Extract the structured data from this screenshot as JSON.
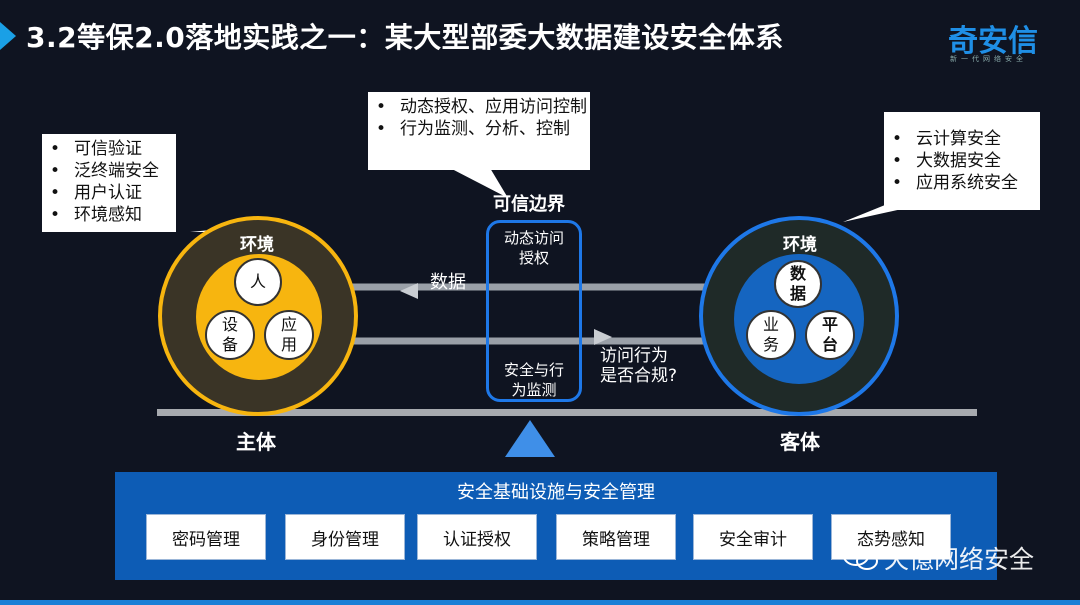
{
  "header": {
    "title": "3.2等保2.0落地实践之一：某大型部委大数据建设安全体系",
    "logo": "奇安信",
    "logo_tagline": "新一代网络安全"
  },
  "left_callout": {
    "items": [
      "可信验证",
      "泛终端安全",
      "用户认证",
      "环境感知"
    ]
  },
  "center_callout": {
    "items": [
      "动态授权、应用访问控制",
      "行为监测、分析、控制"
    ]
  },
  "right_callout": {
    "items": [
      "云计算安全",
      "大数据安全",
      "应用系统安全"
    ]
  },
  "subject": {
    "ring_label": "环境",
    "circles": [
      "人",
      "设\n备",
      "应\n用"
    ],
    "caption": "主体"
  },
  "object": {
    "ring_label": "环境",
    "circles": [
      "数\n据",
      "业\n务",
      "平\n台"
    ],
    "caption": "客体"
  },
  "boundary": {
    "title": "可信边界",
    "top_text": "动态访问\n授权",
    "bottom_text": "安全与行\n为监测"
  },
  "flow": {
    "data_label": "数据",
    "access_label": "访问行为\n是否合规?"
  },
  "infrastructure": {
    "title": "安全基础设施与安全管理",
    "items": [
      "密码管理",
      "身份管理",
      "认证授权",
      "策略管理",
      "安全审计",
      "态势感知"
    ]
  },
  "watermark": "天億网络安全",
  "colors": {
    "accent_blue": "#1e78e8",
    "subject_gold": "#f7b50f",
    "object_blue": "#1565c0",
    "infra_blue": "#0d5cb5"
  }
}
